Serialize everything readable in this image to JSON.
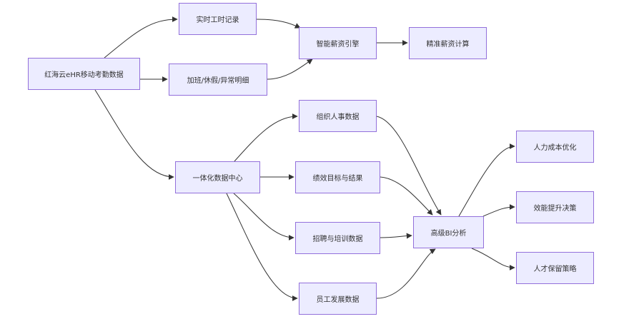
{
  "diagram": {
    "type": "flowchart",
    "direction": "LR",
    "colors": {
      "node_fill": "#ececff",
      "node_border": "#9370db",
      "edge": "#333333",
      "text": "#333333"
    },
    "nodes": [
      {
        "id": "A",
        "label": "红海云eHR移动考勤数据"
      },
      {
        "id": "B",
        "label": "实时工时记录"
      },
      {
        "id": "C",
        "label": "加班/休假/异常明细"
      },
      {
        "id": "D",
        "label": "智能薪资引擎"
      },
      {
        "id": "E",
        "label": "精准薪资计算"
      },
      {
        "id": "F",
        "label": "一体化数据中心"
      },
      {
        "id": "G",
        "label": "组织人事数据"
      },
      {
        "id": "H",
        "label": "绩效目标与结果"
      },
      {
        "id": "I",
        "label": "招聘与培训数据"
      },
      {
        "id": "J",
        "label": "员工发展数据"
      },
      {
        "id": "K",
        "label": "高级BI分析"
      },
      {
        "id": "L",
        "label": "人力成本优化"
      },
      {
        "id": "M",
        "label": "效能提升决策"
      },
      {
        "id": "N",
        "label": "人才保留策略"
      }
    ],
    "edges": [
      {
        "from": "A",
        "to": "B"
      },
      {
        "from": "A",
        "to": "C"
      },
      {
        "from": "B",
        "to": "D"
      },
      {
        "from": "C",
        "to": "D"
      },
      {
        "from": "D",
        "to": "E"
      },
      {
        "from": "A",
        "to": "F"
      },
      {
        "from": "F",
        "to": "G"
      },
      {
        "from": "F",
        "to": "H"
      },
      {
        "from": "F",
        "to": "I"
      },
      {
        "from": "F",
        "to": "J"
      },
      {
        "from": "G",
        "to": "K"
      },
      {
        "from": "H",
        "to": "K"
      },
      {
        "from": "I",
        "to": "K"
      },
      {
        "from": "J",
        "to": "K"
      },
      {
        "from": "K",
        "to": "L"
      },
      {
        "from": "K",
        "to": "M"
      },
      {
        "from": "K",
        "to": "N"
      }
    ]
  }
}
